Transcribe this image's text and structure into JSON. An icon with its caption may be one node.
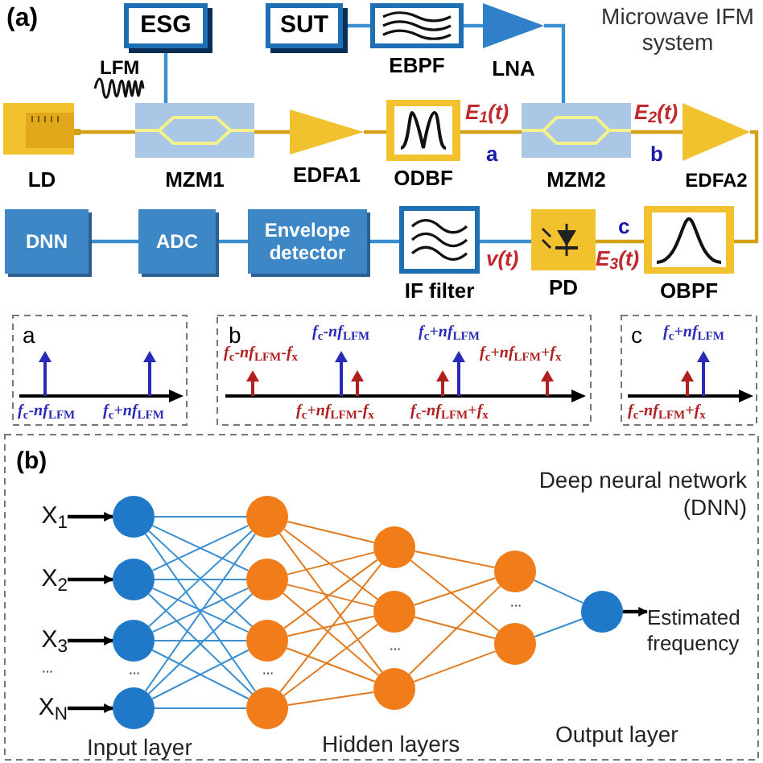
{
  "diagram": {
    "nodes": [
      {
        "text": [
          "ESG"
        ]
      },
      {
        "text": [
          "SUT"
        ]
      },
      {
        "text": [
          "EBPF"
        ]
      },
      {
        "text": [
          "LNA"
        ]
      },
      {
        "text": [
          "LD"
        ]
      },
      {
        "text": [
          "MZM1"
        ]
      },
      {
        "text": [
          "EDFA1"
        ]
      },
      {
        "text": [
          "ODBF"
        ]
      },
      {
        "text": [
          "MZM2"
        ]
      },
      {
        "text": [
          "EDFA2"
        ]
      },
      {
        "text": [
          "OBPF"
        ]
      },
      {
        "text": [
          "PD"
        ]
      },
      {
        "text": [
          "IF filter"
        ]
      },
      {
        "text": [
          "Envelope detector"
        ]
      },
      {
        "text": [
          "ADC"
        ]
      },
      {
        "text": [
          "DNN"
        ]
      },
      {
        "text": [
          "X$_{1}$"
        ]
      },
      {
        "text": [
          "X$_{2}$"
        ]
      },
      {
        "text": [
          "X$_{3}$"
        ]
      },
      {
        "text": [
          "X$_{N}$"
        ]
      },
      {
        "text": [],
        "shape": "circle"
      },
      {
        "text": [],
        "shape": "circle"
      },
      {
        "text": [],
        "shape": "circle"
      },
      {
        "text": [],
        "shape": "circle"
      },
      {
        "text": [],
        "shape": "circle"
      },
      {
        "text": [],
        "shape": "circle"
      },
      {
        "text": [],
        "shape": "circle"
      },
      {
        "text": [],
        "shape": "circle"
      },
      {
        "text": [],
        "shape": "circle"
      },
      {
        "text": [],
        "shape": "circle"
      },
      {
        "text": [],
        "shape": "circle"
      },
      {
        "text": [],
        "shape": "circle"
      },
      {
        "text": [],
        "shape": "circle"
      },
      {
        "text": [],
        "shape": "circle"
      },
      {
        "text": [
          "Estimated frequency"
        ]
      }
    ],
    "edges": [
      {
        "from": 0,
        "to": 5,
        "arrow": "none"
      },
      {
        "from": 1,
        "to": 2,
        "arrow": "none"
      },
      {
        "from": 2,
        "to": 3,
        "arrow": "none"
      },
      {
        "from": 3,
        "to": 8,
        "arrow": "none"
      },
      {
        "from": 4,
        "to": 5,
        "arrow": "none",
        "color": "#d4a017"
      },
      {
        "from": 5,
        "to": 6,
        "arrow": "none",
        "color": "#d4a017"
      },
      {
        "from": 6,
        "to": 7,
        "arrow": "none",
        "color": "#d4a017"
      },
      {
        "from": 7,
        "to": 8,
        "arrow": "none",
        "color": "#d4a017",
        "label": "E$_{1}$(t)"
      },
      {
        "from": 8,
        "to": 9,
        "arrow": "none",
        "color": "#d4a017",
        "label": "E$_{2}$(t)"
      },
      {
        "from": 9,
        "to": 10,
        "arrow": "none",
        "color": "#d4a017"
      },
      {
        "from": 10,
        "to": 11,
        "arrow": "none",
        "color": "#d4a017",
        "label": "E$_{3}$(t)"
      },
      {
        "from": 11,
        "to": 12,
        "arrow": "none",
        "label": "v(t)"
      },
      {
        "from": 12,
        "to": 13,
        "arrow": "none"
      },
      {
        "from": 13,
        "to": 14,
        "arrow": "none"
      },
      {
        "from": 14,
        "to": 15,
        "arrow": "none"
      },
      {
        "from": 16,
        "to": 20,
        "arrow": "to",
        "color": "#000000"
      },
      {
        "from": 17,
        "to": 21,
        "arrow": "to",
        "color": "#000000"
      },
      {
        "from": 18,
        "to": 22,
        "arrow": "to",
        "color": "#000000"
      },
      {
        "from": 19,
        "to": 23,
        "arrow": "to",
        "color": "#000000"
      },
      {
        "from": 20,
        "to": 24,
        "arrow": "none"
      },
      {
        "from": 20,
        "to": 25,
        "arrow": "none"
      },
      {
        "from": 20,
        "to": 26,
        "arrow": "none"
      },
      {
        "from": 20,
        "to": 27,
        "arrow": "none"
      },
      {
        "from": 21,
        "to": 24,
        "arrow": "none"
      },
      {
        "from": 21,
        "to": 25,
        "arrow": "none"
      },
      {
        "from": 21,
        "to": 26,
        "arrow": "none"
      },
      {
        "from": 21,
        "to": 27,
        "arrow": "none"
      },
      {
        "from": 22,
        "to": 24,
        "arrow": "none"
      },
      {
        "from": 22,
        "to": 25,
        "arrow": "none"
      },
      {
        "from": 22,
        "to": 26,
        "arrow": "none"
      },
      {
        "from": 22,
        "to": 27,
        "arrow": "none"
      },
      {
        "from": 23,
        "to": 24,
        "arrow": "none"
      },
      {
        "from": 23,
        "to": 25,
        "arrow": "none"
      },
      {
        "from": 23,
        "to": 26,
        "arrow": "none"
      },
      {
        "from": 23,
        "to": 27,
        "arrow": "none"
      },
      {
        "from": 24,
        "to": 28,
        "arrow": "none",
        "color": "#e07b1f"
      },
      {
        "from": 24,
        "to": 29,
        "arrow": "none",
        "color": "#e07b1f"
      },
      {
        "from": 24,
        "to": 30,
        "arrow": "none",
        "color": "#e07b1f"
      },
      {
        "from": 25,
        "to": 28,
        "arrow": "none",
        "color": "#e07b1f"
      },
      {
        "from": 25,
        "to": 29,
        "arrow": "none",
        "color": "#e07b1f"
      },
      {
        "from": 25,
        "to": 30,
        "arrow": "none",
        "color": "#e07b1f"
      },
      {
        "from": 26,
        "to": 28,
        "arrow": "none",
        "color": "#e07b1f"
      },
      {
        "from": 26,
        "to": 29,
        "arrow": "none",
        "color": "#e07b1f"
      },
      {
        "from": 26,
        "to": 30,
        "arrow": "none",
        "color": "#e07b1f"
      },
      {
        "from": 27,
        "to": 28,
        "arrow": "none",
        "color": "#e07b1f"
      },
      {
        "from": 27,
        "to": 29,
        "arrow": "none",
        "color": "#e07b1f"
      },
      {
        "from": 27,
        "to": 30,
        "arrow": "none",
        "color": "#e07b1f"
      },
      {
        "from": 28,
        "to": 31,
        "arrow": "none",
        "color": "#e07b1f"
      },
      {
        "from": 28,
        "to": 32,
        "arrow": "none",
        "color": "#e07b1f"
      },
      {
        "from": 29,
        "to": 31,
        "arrow": "none",
        "color": "#e07b1f"
      },
      {
        "from": 29,
        "to": 32,
        "arrow": "none",
        "color": "#e07b1f"
      },
      {
        "from": 30,
        "to": 31,
        "arrow": "none",
        "color": "#e07b1f"
      },
      {
        "from": 30,
        "to": 32,
        "arrow": "none",
        "color": "#e07b1f"
      },
      {
        "from": 31,
        "to": 33,
        "arrow": "none"
      },
      {
        "from": 32,
        "to": 33,
        "arrow": "none"
      },
      {
        "from": 33,
        "to": 34,
        "arrow": "to",
        "color": "#000000"
      }
    ],
    "labels": [
      "(a)",
      "Microwave IFM system",
      "LFM",
      "a",
      "b",
      "c",
      "a",
      "*f*$_{c}$-*nf*$_{LFM}$",
      "*f*$_{c}$+*nf*$_{LFM}$",
      "b",
      "*f*$_{c}$-*nf*$_{LFM}$",
      "*f*$_{c}$+*nf*$_{LFM}$",
      "*f*$_{c}$-*nf*$_{LFM}$-*f*$_{x}$",
      "*f*$_{c}$+*nf*$_{LFM}$+*f*$_{x}$",
      "*f*$_{c}$+*nf*$_{LFM}$-*f*$_{x}$",
      "*f*$_{c}$-*nf*$_{LFM}$+*f*$_{x}$",
      "c",
      "*f*$_{c}$+*nf*$_{LFM}$",
      "*f*$_{c}$-*nf*$_{LFM}$+*f*$_{x}$",
      "(b)",
      "Deep neural network (DNN)",
      "···",
      "···",
      "···",
      "···",
      "···",
      "Input layer",
      "Hidden layers",
      "Output layer"
    ]
  }
}
